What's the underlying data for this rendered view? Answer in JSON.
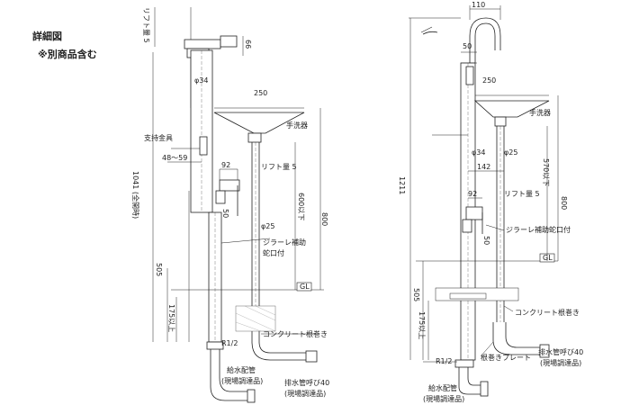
{
  "header": {
    "title": "詳細図",
    "note": "※別商品含む"
  },
  "left": {
    "lift_vertical": "リフト量 5",
    "dim_66": "66",
    "phi34": "φ34",
    "phi250": "250",
    "sink_label": "手洗器",
    "support_label": "支持金具",
    "range_label": "48～59",
    "dim_92": "92",
    "lift_label": "リフト量 5",
    "dim_50": "50",
    "total_label": "1041 (全開時)",
    "max600": "600以下",
    "dim_800": "800",
    "phi25": "φ25",
    "jiraire_line1": "ジラーレ補助",
    "jiraire_line2": "蛇口付",
    "dim_505": "505",
    "gl": "GL",
    "min175": "175以上",
    "concrete": "コンクリート根巻き",
    "r12": "R1/2",
    "supply_pipe": "給水配管",
    "supply_note": "(現場調達品)",
    "drain_pipe": "排水管呼び40",
    "drain_note": "(現場調達品)"
  },
  "right": {
    "dim_110": "110",
    "dim_50_top": "50",
    "phi250": "250",
    "sink_label": "手洗器",
    "phi34": "φ34",
    "phi25": "φ25",
    "dim_142": "142",
    "dim_1211": "1211",
    "max570": "570以下",
    "dim_800": "800",
    "dim_92": "92",
    "lift_label": "リフト量 5",
    "jiraire": "ジラーレ補助蛇口付",
    "dim_50": "50",
    "gl": "GL",
    "dim_505": "505",
    "concrete": "コンクリート根巻き",
    "min175": "175以上",
    "plate": "根巻きプレート",
    "r12": "R1/2",
    "supply_pipe": "給水配管",
    "supply_note": "(現場調達品)",
    "drain_pipe": "排水管呼び40",
    "drain_note": "(現場調達品)"
  }
}
